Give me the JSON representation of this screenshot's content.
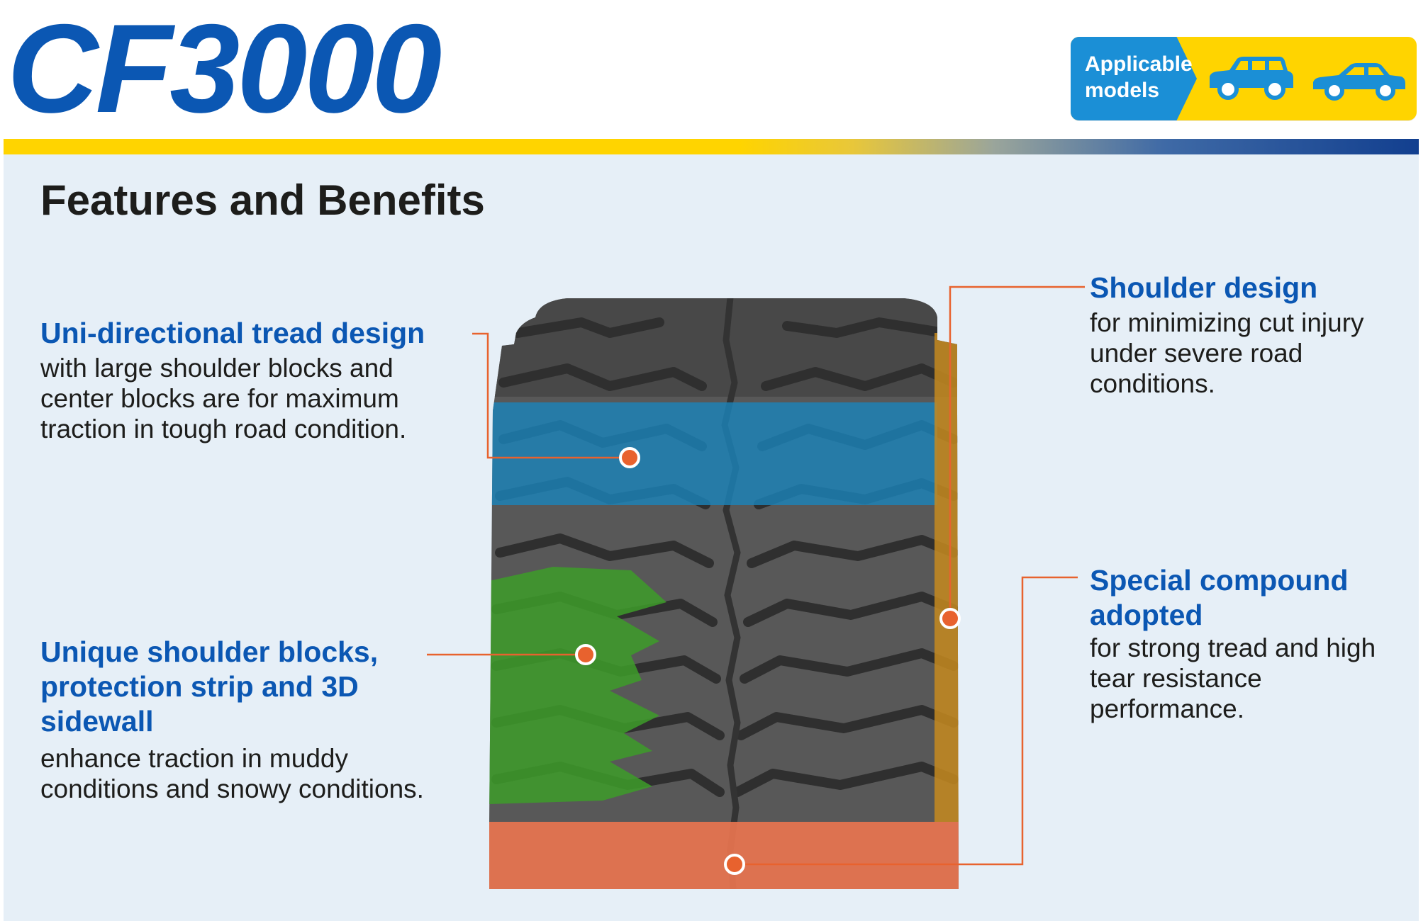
{
  "header": {
    "title": "CF3000",
    "applicable_models_label": "Applicable models",
    "icons": [
      "suv-icon",
      "sedan-icon"
    ]
  },
  "section": {
    "title": "Features and Benefits"
  },
  "features": {
    "uni": {
      "title": "Uni-directional tread design",
      "desc": "with large shoulder blocks and center blocks are for maximum traction in tough road condition.",
      "color": "#1b83b8"
    },
    "shoulder": {
      "title": "Shoulder design",
      "desc": "for minimizing cut injury under severe road conditions.",
      "color": "#c58a1e"
    },
    "unique": {
      "title": "Unique shoulder blocks, protection strip and 3D sidewall",
      "desc": "enhance traction in muddy conditions and snowy conditions.",
      "color": "#3e9a2a"
    },
    "special": {
      "title": "Special compound adopted",
      "desc": "for strong tread and high tear resistance performance.",
      "color": "#ec7650"
    }
  },
  "colors": {
    "brand_blue": "#0b57b3",
    "badge_blue": "#1b8fd6",
    "badge_yellow": "#ffd400",
    "panel_bg": "#e6eff7",
    "callout_line": "#e8622e"
  }
}
